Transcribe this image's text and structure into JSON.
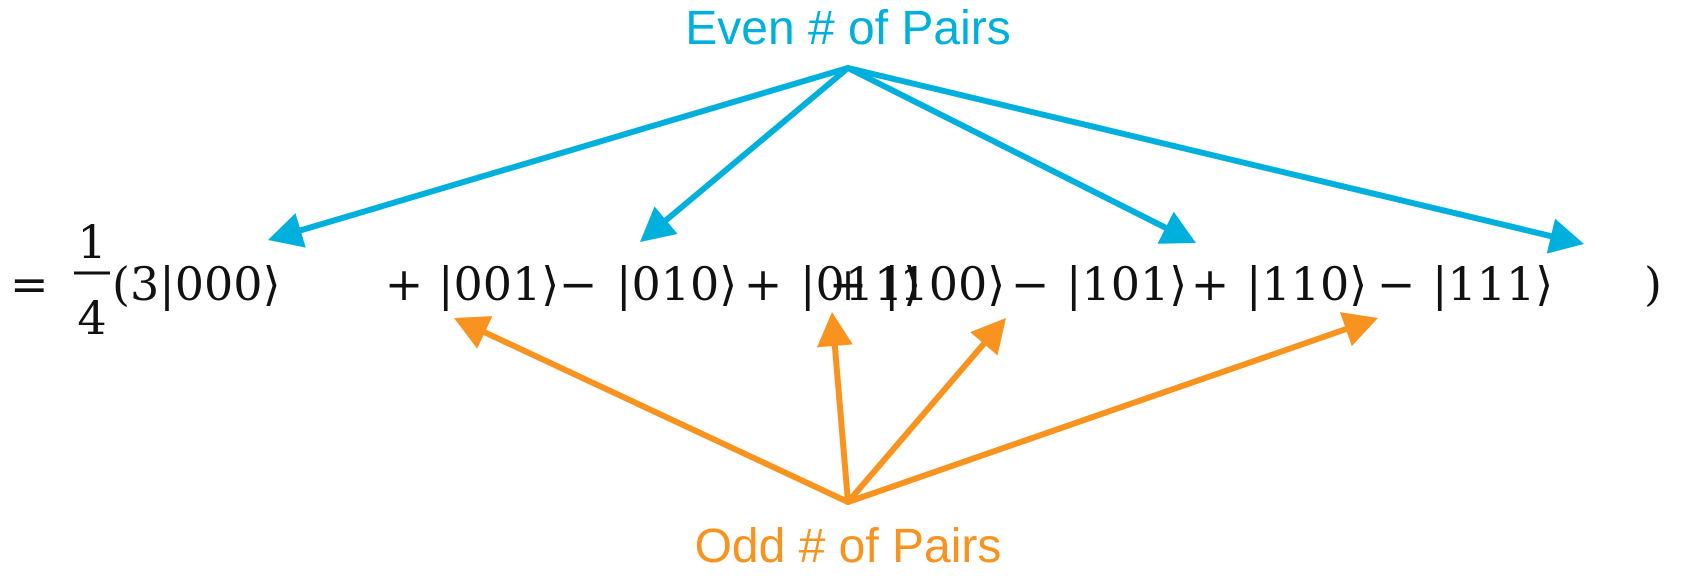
{
  "labels": {
    "even": "Even # of Pairs",
    "odd": "Odd # of Pairs"
  },
  "colors": {
    "even": "#00B0DC",
    "odd": "#F7931E",
    "text": "#111111"
  },
  "equation": {
    "equals": "=",
    "numerator": "1",
    "denominator": "4",
    "open_paren": "(",
    "close_paren": ")",
    "terms": [
      {
        "sign": "",
        "coef": "3",
        "ket": "000",
        "parity": "even"
      },
      {
        "sign": "+",
        "coef": "",
        "ket": "001",
        "parity": "odd"
      },
      {
        "sign": "−",
        "coef": "",
        "ket": "010",
        "parity": "even"
      },
      {
        "sign": "+",
        "coef": "",
        "ket": "011",
        "parity": "odd"
      },
      {
        "sign": "+",
        "coef": "",
        "ket": "100",
        "parity": "odd"
      },
      {
        "sign": "−",
        "coef": "",
        "ket": "101",
        "parity": "even"
      },
      {
        "sign": "+",
        "coef": "",
        "ket": "110",
        "parity": "odd"
      },
      {
        "sign": "−",
        "coef": "",
        "ket": "111",
        "parity": "even"
      }
    ]
  }
}
